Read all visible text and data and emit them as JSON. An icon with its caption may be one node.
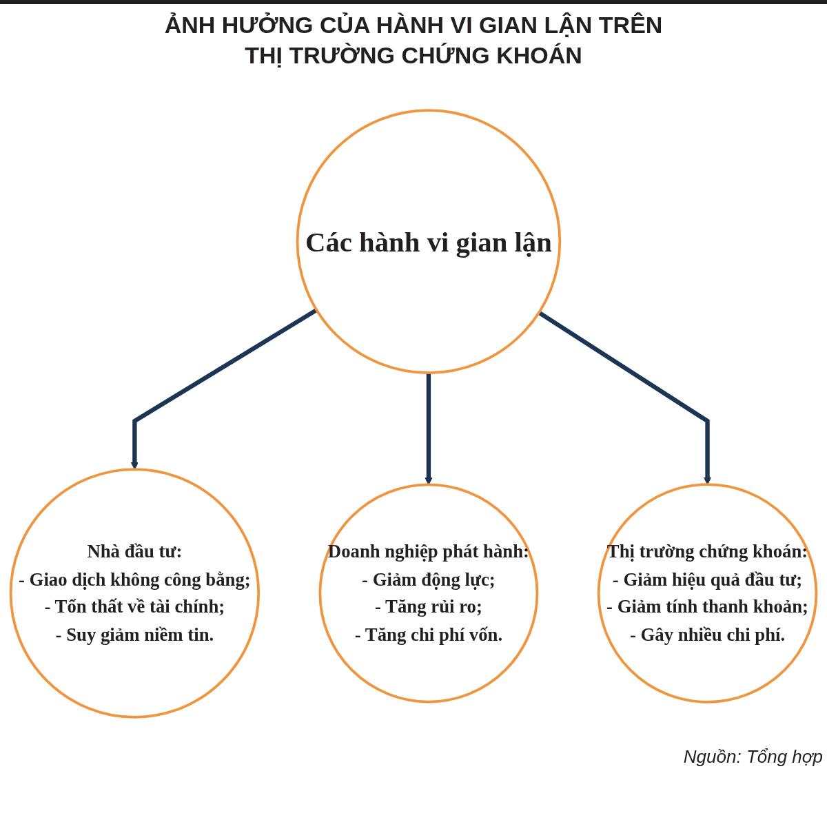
{
  "diagram": {
    "title": "ẢNH HƯỞNG CỦA HÀNH VI GIAN LẬN TRÊN THỊ TRƯỜNG CHỨNG KHOÁN",
    "nodes": [
      {
        "text": [
          "Nhà đầu tư:",
          "- Giao dịch không công bằng;",
          "- Tổn thất về tài chính;",
          "- Suy giảm niềm tin."
        ]
      },
      {
        "text": [
          "Doanh nghiệp phát hành:",
          "- Giảm động lực;",
          "- Tăng rủi ro;",
          "- Tăng chi phí vốn."
        ]
      },
      {
        "text": [
          "Các hành vi gian lận"
        ]
      },
      {
        "text": [
          "Thị trường chứng khoán:",
          "- Giảm hiệu quả đầu tư;",
          "- Giảm tính thanh khoản;",
          "- Gây nhiều chi phí."
        ]
      }
    ],
    "edges": [
      {
        "from": 2,
        "to": 0,
        "arrow": "to"
      },
      {
        "from": 2,
        "to": 1,
        "arrow": "to"
      },
      {
        "from": 2,
        "to": 3,
        "arrow": "to"
      }
    ],
    "caption": "Nguồn: Tổng hợp"
  }
}
